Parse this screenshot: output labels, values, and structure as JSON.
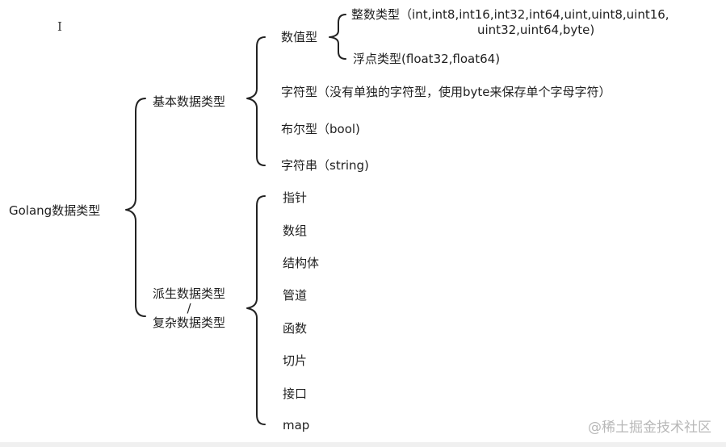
{
  "root": "Golang数据类型",
  "basic": {
    "label": "基本数据类型",
    "numeric": {
      "label": "数值型",
      "integer": {
        "label": "整数类型",
        "line1": "（int,int8,int16,int32,int64,uint,uint8,uint16,",
        "line2": "uint32,uint64,byte)"
      },
      "float": {
        "label": "浮点类型",
        "detail": "(float32,float64)"
      }
    },
    "char": "字符型（没有单独的字符型，使用byte来保存单个字母字符）",
    "bool": "布尔型（bool)",
    "string": "字符串（string)"
  },
  "derived": {
    "line1": "派生数据类型",
    "line2": "/",
    "line3": "复杂数据类型",
    "items": [
      "指针",
      "数组",
      "结构体",
      "管道",
      "函数",
      "切片",
      "接口",
      "map"
    ]
  },
  "cursor_glyph": "I",
  "watermark": "@稀土掘金技术社区"
}
